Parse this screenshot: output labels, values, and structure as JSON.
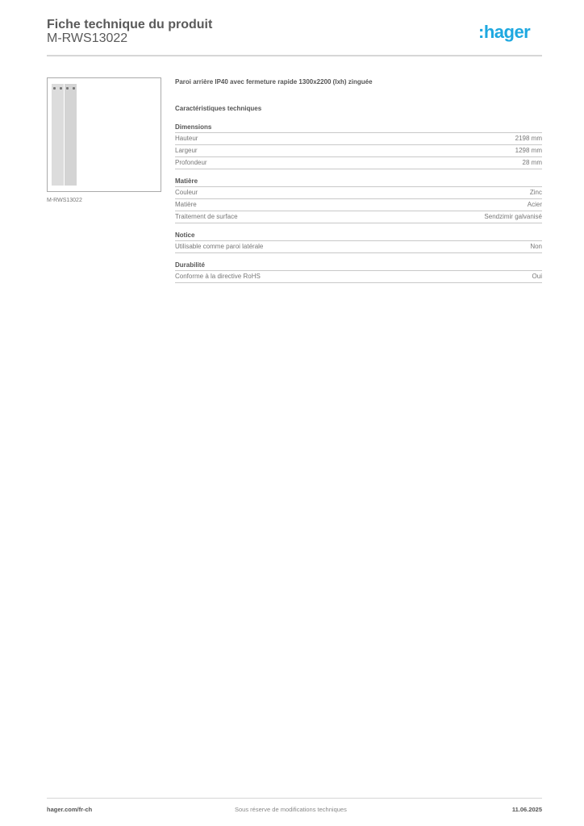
{
  "header": {
    "title": "Fiche technique du produit",
    "product_code": "M-RWS13022",
    "logo_text": ":hager",
    "logo_color": "#1ea8e0"
  },
  "product": {
    "image_caption": "M-RWS13022",
    "title": "Paroi arrière IP40 avec fermeture rapide 1300x2200 (lxh) zinguée",
    "characteristics_title": "Caractéristiques techniques"
  },
  "sections": [
    {
      "heading": "Dimensions",
      "rows": [
        {
          "label": "Hauteur",
          "value": "2198 mm"
        },
        {
          "label": "Largeur",
          "value": "1298 mm"
        },
        {
          "label": "Profondeur",
          "value": "28 mm"
        }
      ]
    },
    {
      "heading": "Matière",
      "rows": [
        {
          "label": "Couleur",
          "value": "Zinc"
        },
        {
          "label": "Matière",
          "value": "Acier"
        },
        {
          "label": "Traitement de surface",
          "value": "Sendzimir galvanisé"
        }
      ]
    },
    {
      "heading": "Notice",
      "rows": [
        {
          "label": "Utilisable comme paroi latérale",
          "value": "Non"
        }
      ]
    },
    {
      "heading": "Durabilité",
      "rows": [
        {
          "label": "Conforme à la directive RoHS",
          "value": "Oui"
        }
      ]
    }
  ],
  "footer": {
    "website": "hager.com/fr-ch",
    "disclaimer": "Sous réserve de modifications techniques",
    "date": "11.06.2025"
  }
}
